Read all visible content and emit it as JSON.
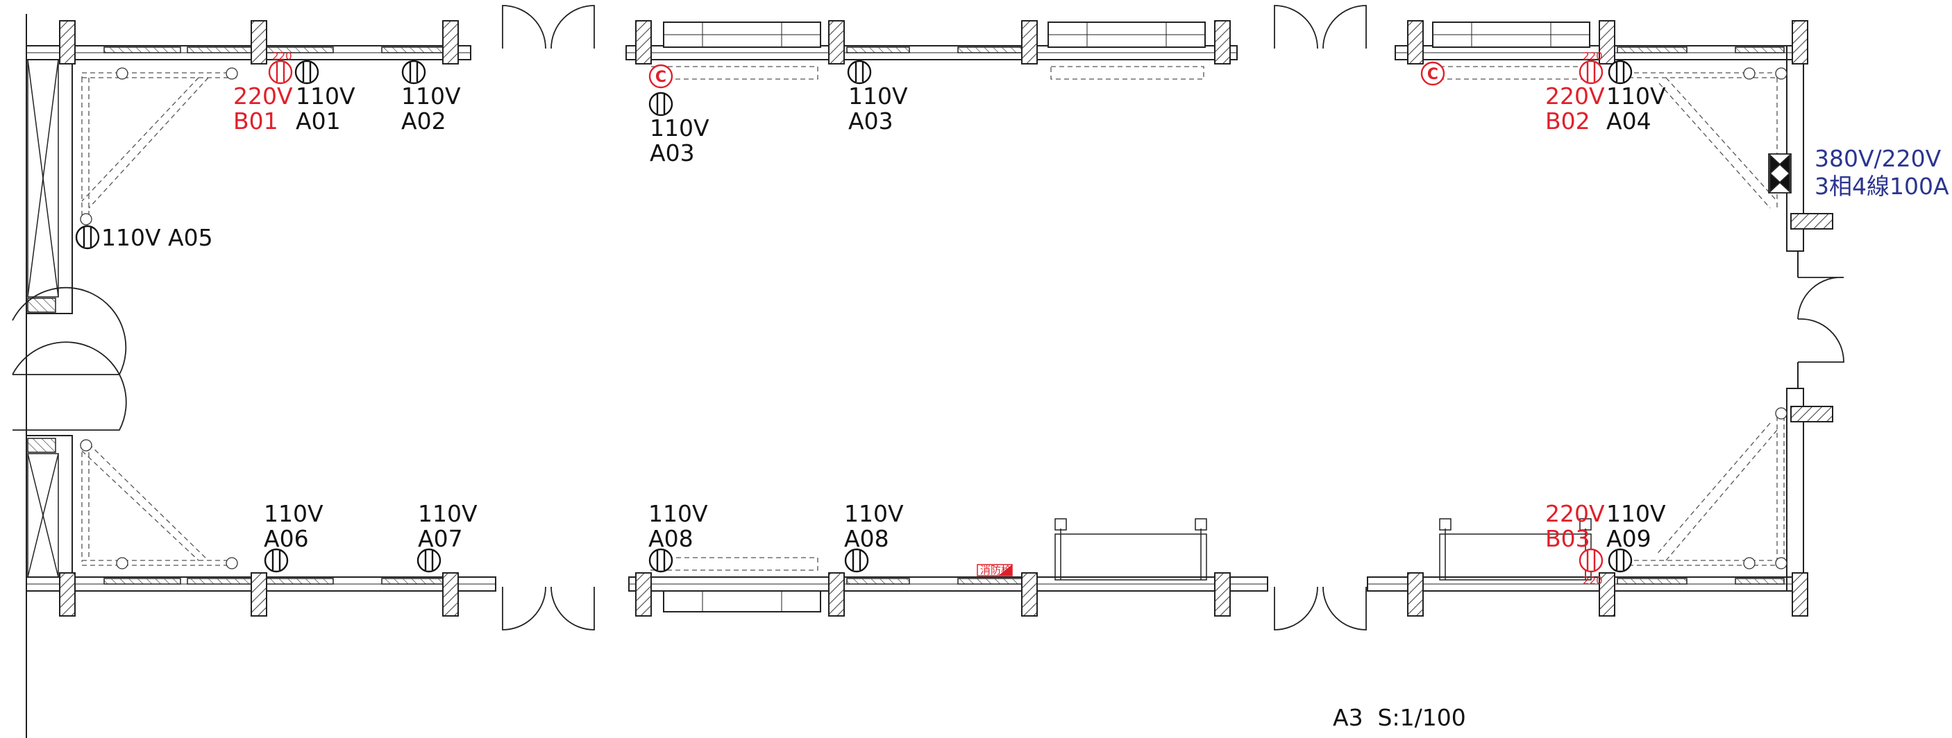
{
  "plan": {
    "scale_label": "A3  S:1/100",
    "service_label_line1": "380V/220V",
    "service_label_line2": "3相4線100A",
    "small_220_mark": "220",
    "warning_tag": "消防栓"
  },
  "colors": {
    "line": "#222222",
    "red": "#e0202a",
    "blue": "#2b3590",
    "hatch": "#444444"
  },
  "outlets": [
    {
      "id": "B01",
      "voltage": "220V",
      "code": "B01",
      "type": "220"
    },
    {
      "id": "A01",
      "voltage": "110V",
      "code": "A01",
      "type": "110"
    },
    {
      "id": "A02",
      "voltage": "110V",
      "code": "A02",
      "type": "110"
    },
    {
      "id": "A03a",
      "voltage": "110V",
      "code": "A03",
      "type": "110"
    },
    {
      "id": "A03b",
      "voltage": "110V",
      "code": "A03",
      "type": "110"
    },
    {
      "id": "B02",
      "voltage": "220V",
      "code": "B02",
      "type": "220"
    },
    {
      "id": "A04",
      "voltage": "110V",
      "code": "A04",
      "type": "110"
    },
    {
      "id": "A05",
      "voltage": "110V",
      "code": "A05",
      "type": "110",
      "inline_text": "110V  A05"
    },
    {
      "id": "A06",
      "voltage": "110V",
      "code": "A06",
      "type": "110"
    },
    {
      "id": "A07",
      "voltage": "110V",
      "code": "A07",
      "type": "110"
    },
    {
      "id": "A08a",
      "voltage": "110V",
      "code": "A08",
      "type": "110"
    },
    {
      "id": "A08b",
      "voltage": "110V",
      "code": "A08",
      "type": "110"
    },
    {
      "id": "B03",
      "voltage": "220V",
      "code": "B03",
      "type": "220"
    },
    {
      "id": "A09",
      "voltage": "110V",
      "code": "A09",
      "type": "110"
    }
  ],
  "devices": [
    {
      "id": "c1",
      "symbol": "C"
    },
    {
      "id": "c2",
      "symbol": "C"
    }
  ]
}
